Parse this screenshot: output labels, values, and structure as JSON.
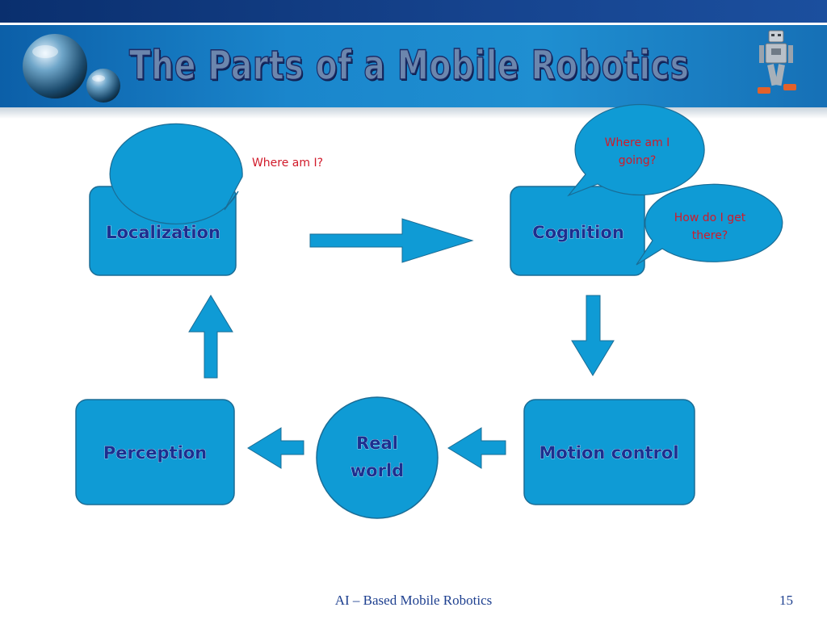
{
  "slide": {
    "title": "The Parts of a Mobile Robotics"
  },
  "diagram": {
    "boxes": {
      "localization": "Localization",
      "cognition": "Cognition",
      "perception": "Perception",
      "motion_control": "Motion control"
    },
    "real_world": {
      "line1": "Real",
      "line2": "world"
    },
    "callouts": {
      "where_am_i": "Where am I?",
      "where_going_1": "Where am I",
      "where_going_2": "going?",
      "how_get_1": "How do I get",
      "how_get_2": "there?"
    }
  },
  "footer": {
    "center_text": "AI – Based Mobile Robotics",
    "page_number": "15"
  },
  "colors": {
    "box_fill": "#0f9bd5",
    "box_stroke": "#1a6c95",
    "box_text": "#1c2f8f",
    "callout_text": "#d11a2a",
    "title_text": "#6c86ad"
  },
  "icons": {
    "logo": "glossy-sphere-logo-icon",
    "robot": "robot-icon"
  }
}
